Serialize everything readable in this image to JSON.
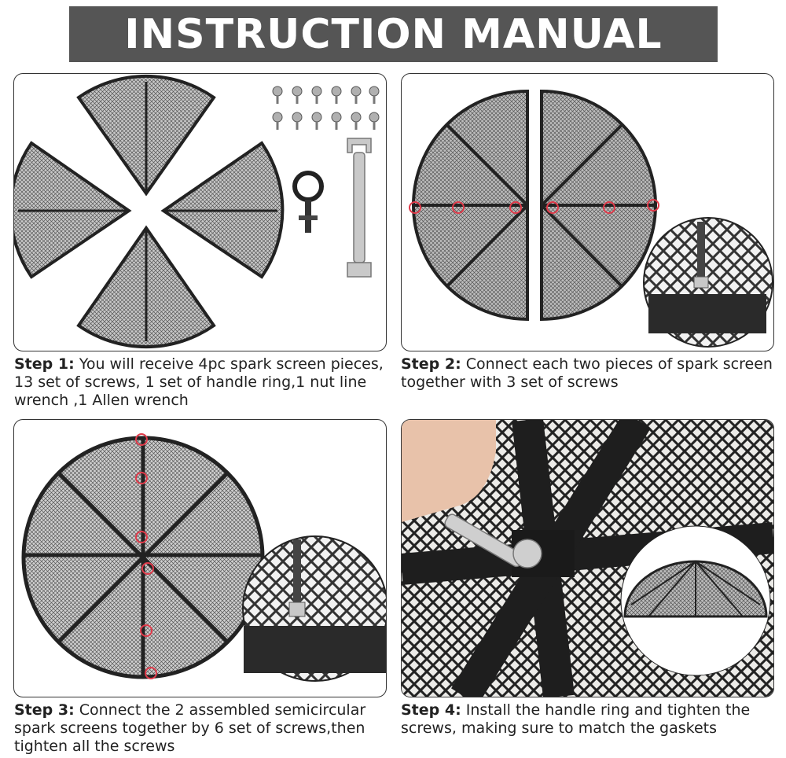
{
  "header": {
    "title": "INSTRUCTION MANUAL"
  },
  "steps": [
    {
      "label": "Step 1:",
      "text": "You will receive 4pc spark screen pieces, 13 set of screws, 1 set of handle ring,1 nut line wrench ,1 Allen wrench"
    },
    {
      "label": "Step 2:",
      "text": "Connect each two pieces of spark screen together with 3 set of screws"
    },
    {
      "label": "Step 3:",
      "text": "Connect the 2 assembled semicircular spark screens together by 6 set of screws,then tighten all the screws"
    },
    {
      "label": "Step 4:",
      "text": "Install the handle ring and tighten the screws, making sure to match the gaskets"
    }
  ],
  "colors": {
    "banner": "#555555",
    "frame": "#222222",
    "mesh": "#8a8a8a",
    "highlight": "#e03a4a"
  }
}
